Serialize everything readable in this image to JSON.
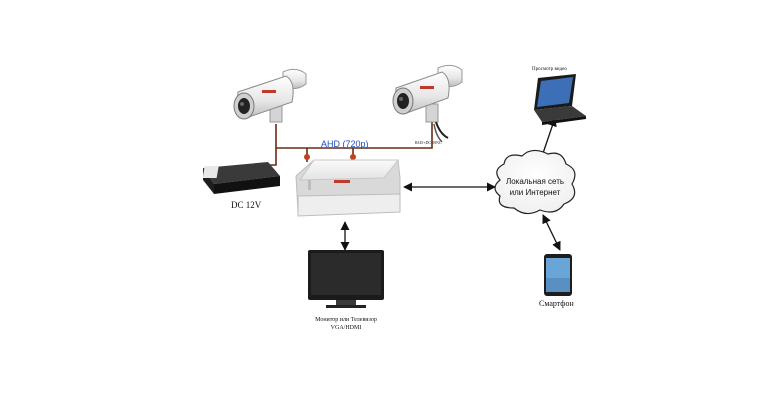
{
  "labels": {
    "ahd": "AHD (720p)",
    "cable": "RJ45+DC+BNC",
    "power": "DC 12V",
    "laptop": "Просмотр видео",
    "network_line1": "Локальная сеть",
    "network_line2": "или Интернет",
    "monitor_line1": "Монитор или Телевизор",
    "monitor_line2": "VGA/HDMI",
    "smartphone": "Смартфон"
  },
  "colors": {
    "ahd_text": "#1f4fbf",
    "wire": "#6b2b15",
    "junction": "#c0401f",
    "arrow": "#111111"
  },
  "icons": {
    "camera": "bullet-camera-icon",
    "dvr": "dvr-recorder-icon",
    "psu": "power-supply-icon",
    "laptop": "laptop-icon",
    "cloud": "cloud-icon",
    "tv": "tv-monitor-icon",
    "phone": "smartphone-icon"
  }
}
